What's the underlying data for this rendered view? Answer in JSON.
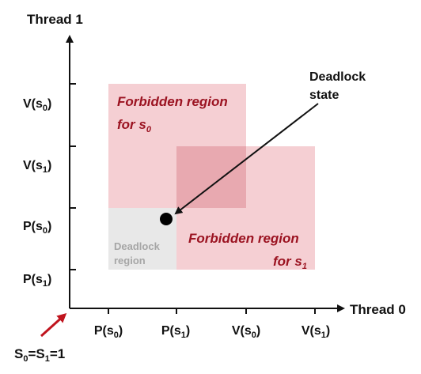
{
  "axes": {
    "y_title": "Thread 1",
    "x_title": "Thread 0",
    "origin_label": {
      "base": "S",
      "sub0": "0",
      "mid": "=S",
      "sub1": "1",
      "tail": "=1"
    }
  },
  "y_ticks": [
    {
      "pre": "V(s",
      "sub": "0",
      "post": ")"
    },
    {
      "pre": "V(s",
      "sub": "1",
      "post": ")"
    },
    {
      "pre": "P(s",
      "sub": "0",
      "post": ")"
    },
    {
      "pre": "P(s",
      "sub": "1",
      "post": ")"
    }
  ],
  "x_ticks": [
    {
      "pre": "P(s",
      "sub": "0",
      "post": ")"
    },
    {
      "pre": "P(s",
      "sub": "1",
      "post": ")"
    },
    {
      "pre": "V(s",
      "sub": "0",
      "post": ")"
    },
    {
      "pre": "V(s",
      "sub": "1",
      "post": ")"
    }
  ],
  "regions": {
    "forbidden_s0": {
      "line1": "Forbidden region",
      "line2_pre": "for s",
      "line2_sub": "0"
    },
    "forbidden_s1": {
      "line1": "Forbidden region",
      "line2_pre": "for s",
      "line2_sub": "1"
    },
    "deadlock": {
      "line1": "Deadlock",
      "line2": "region"
    }
  },
  "deadlock_state": {
    "line1": "Deadlock",
    "line2": "state"
  },
  "colors": {
    "forbidden": "#f5cfd3",
    "overlap": "#e8a9b0",
    "deadlock_region": "#e8e8e8",
    "label_red": "#9b1321",
    "origin_arrow": "#c0141e",
    "axis": "#111111"
  }
}
